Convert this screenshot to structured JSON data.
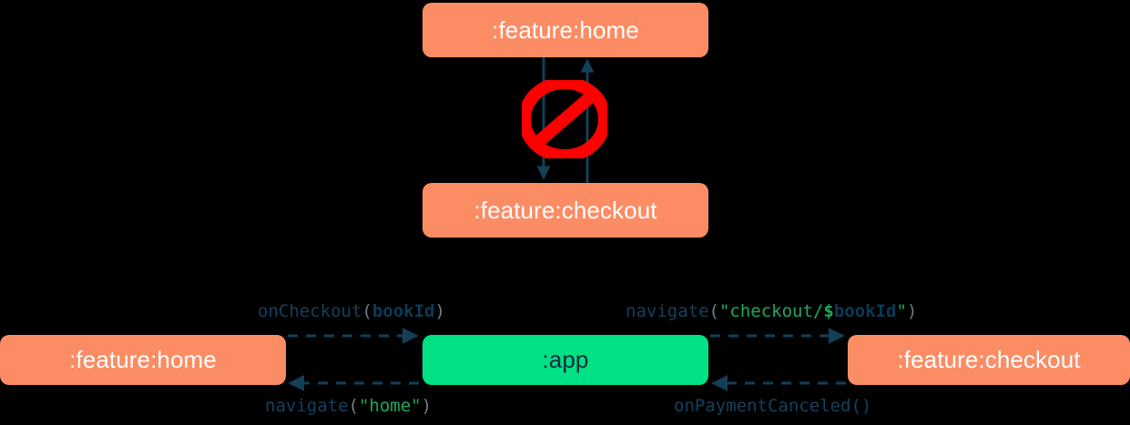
{
  "diagram": {
    "title": "module-navigation-dependency-diagram",
    "background_color": "#000000",
    "colors": {
      "feature_module": "#FC8C64",
      "app_module": "#00E183",
      "connector": "#133F57",
      "forbidden": "#FF0000",
      "feature_label_text": "#FFFFFF",
      "app_label_text": "#0B2B3C"
    }
  },
  "top_section": {
    "name": "forbidden-direct-dependency",
    "nodes": {
      "home": {
        "label": ":feature:home",
        "type": "feature"
      },
      "checkout": {
        "label": ":feature:checkout",
        "type": "feature"
      }
    },
    "edges": [
      {
        "name": "home-to-checkout",
        "direction": "down",
        "style": "solid"
      },
      {
        "name": "checkout-to-home",
        "direction": "up",
        "style": "solid"
      }
    ],
    "overlay_icon": {
      "name": "prohibited-icon",
      "glyph": "no-entry"
    }
  },
  "bottom_section": {
    "name": "app-mediated-navigation",
    "nodes": {
      "home": {
        "label": ":feature:home",
        "type": "feature"
      },
      "app": {
        "label": ":app",
        "type": "app"
      },
      "checkout": {
        "label": ":feature:checkout",
        "type": "feature"
      }
    },
    "edges": [
      {
        "name": "home-to-app-oncheckout",
        "direction": "right",
        "style": "dashed",
        "label": "onCheckout(bookId)",
        "tokens": [
          {
            "text": "onCheckout",
            "kind": "fn"
          },
          {
            "text": "(",
            "kind": "paren"
          },
          {
            "text": "bookId",
            "kind": "param"
          },
          {
            "text": ")",
            "kind": "paren"
          }
        ]
      },
      {
        "name": "app-to-checkout-navigate",
        "direction": "right",
        "style": "dashed",
        "label": "navigate(\"checkout/$bookId\")",
        "tokens": [
          {
            "text": "navigate",
            "kind": "fn"
          },
          {
            "text": "(",
            "kind": "paren"
          },
          {
            "text": "\"checkout/",
            "kind": "str"
          },
          {
            "text": "$",
            "kind": "dollar"
          },
          {
            "text": "bookId",
            "kind": "param"
          },
          {
            "text": "\"",
            "kind": "str"
          },
          {
            "text": ")",
            "kind": "paren"
          }
        ]
      },
      {
        "name": "app-to-home-navigate",
        "direction": "left",
        "style": "dashed",
        "label": "navigate(\"home\")",
        "tokens": [
          {
            "text": "navigate",
            "kind": "fn"
          },
          {
            "text": "(",
            "kind": "paren"
          },
          {
            "text": "\"home\"",
            "kind": "str"
          },
          {
            "text": ")",
            "kind": "paren"
          }
        ]
      },
      {
        "name": "checkout-to-app-onpaymentcanceled",
        "direction": "left",
        "style": "dashed",
        "label": "onPaymentCanceled()",
        "tokens": [
          {
            "text": "onPaymentCanceled()",
            "kind": "plain"
          }
        ]
      }
    ]
  }
}
